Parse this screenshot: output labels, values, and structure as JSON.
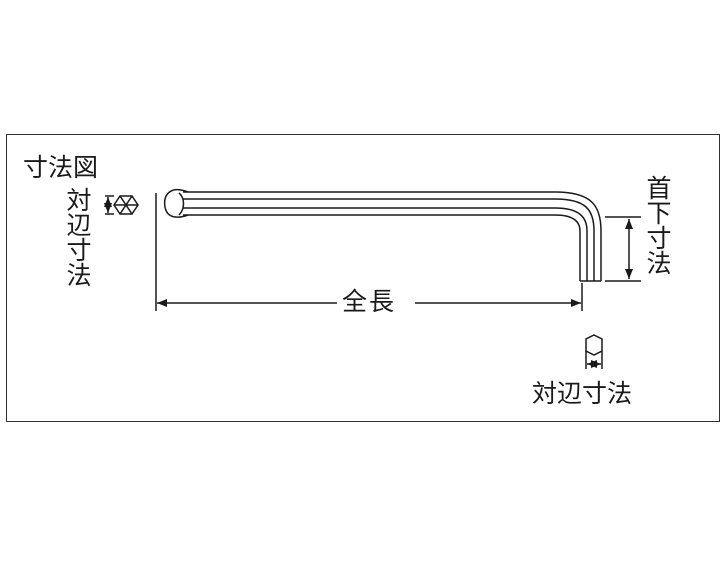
{
  "diagram": {
    "title": "寸法図",
    "left_across_flats_label": "対辺寸法",
    "neck_length_label": "首下寸法",
    "total_length_label": "全長",
    "bottom_across_flats_label": "対辺寸法",
    "line_color": "#1a1a1a",
    "frame_color": "#333333"
  }
}
